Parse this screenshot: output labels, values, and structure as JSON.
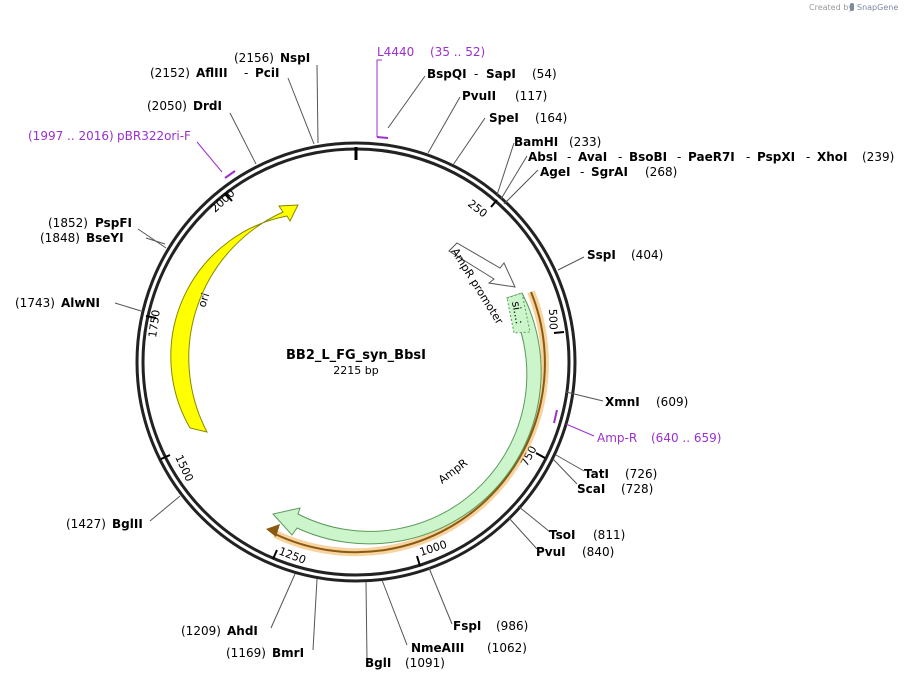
{
  "credit": {
    "prefix": "Created by",
    "brand": "SnapGene"
  },
  "plasmid": {
    "name": "BB2_L_FG_syn_BbsI",
    "size_label": "2215 bp"
  },
  "features": {
    "ori": {
      "label": "ori",
      "color": "#ffff00",
      "stroke": "#888800"
    },
    "ampr": {
      "label": "AmpR",
      "color": "#ccf5cc",
      "stroke": "#5a9a5a"
    },
    "ampr_promoter": {
      "label": "AmpR promoter",
      "color": "#ffffff",
      "stroke": "#555555"
    },
    "signal": {
      "label": "si...:",
      "color": "#ccf5cc"
    },
    "orf_color": "#f0b050",
    "orf_inner": "#8a5a10"
  },
  "primers": [
    {
      "name": "L4440",
      "range": "(35 .. 52)",
      "color": "#9b30d0"
    },
    {
      "name": "pBR322ori-F",
      "range": "(1997 .. 2016)",
      "color": "#9b30d0"
    },
    {
      "name": "Amp-R",
      "range": "(640 .. 659)",
      "color": "#9b30d0"
    }
  ],
  "ticks": [
    "250",
    "500",
    "750",
    "1000",
    "1250",
    "1500",
    "1750",
    "2000"
  ],
  "sites": [
    {
      "name": "NspI",
      "pos": "(2156)"
    },
    {
      "name": "AflIII",
      "name2": "PciI",
      "pos": "(2152)"
    },
    {
      "name": "DrdI",
      "pos": "(2050)"
    },
    {
      "name": "PspFI",
      "pos": "(1852)"
    },
    {
      "name": "BseYI",
      "pos": "(1848)"
    },
    {
      "name": "AlwNI",
      "pos": "(1743)"
    },
    {
      "name": "BglII",
      "pos": "(1427)"
    },
    {
      "name": "AhdI",
      "pos": "(1209)"
    },
    {
      "name": "BmrI",
      "pos": "(1169)"
    },
    {
      "name": "BglI",
      "pos": "(1091)"
    },
    {
      "name": "NmeAIII",
      "pos": "(1062)"
    },
    {
      "name": "FspI",
      "pos": "(986)"
    },
    {
      "name": "PvuI",
      "pos": "(840)"
    },
    {
      "name": "TsoI",
      "pos": "(811)"
    },
    {
      "name": "ScaI",
      "pos": "(728)"
    },
    {
      "name": "TatI",
      "pos": "(726)"
    },
    {
      "name": "XmnI",
      "pos": "(609)"
    },
    {
      "name": "SspI",
      "pos": "(404)"
    },
    {
      "name": "AgeI",
      "name2": "SgrAI",
      "pos": "(268)"
    },
    {
      "name": "AbsI",
      "others": [
        "AvaI",
        "BsoBI",
        "PaeR7I",
        "PspXI",
        "XhoI"
      ],
      "pos": "(239)"
    },
    {
      "name": "BamHI",
      "pos": "(233)"
    },
    {
      "name": "SpeI",
      "pos": "(164)"
    },
    {
      "name": "PvuII",
      "pos": "(117)"
    },
    {
      "name": "BspQI",
      "name2": "SapI",
      "pos": "(54)"
    }
  ]
}
